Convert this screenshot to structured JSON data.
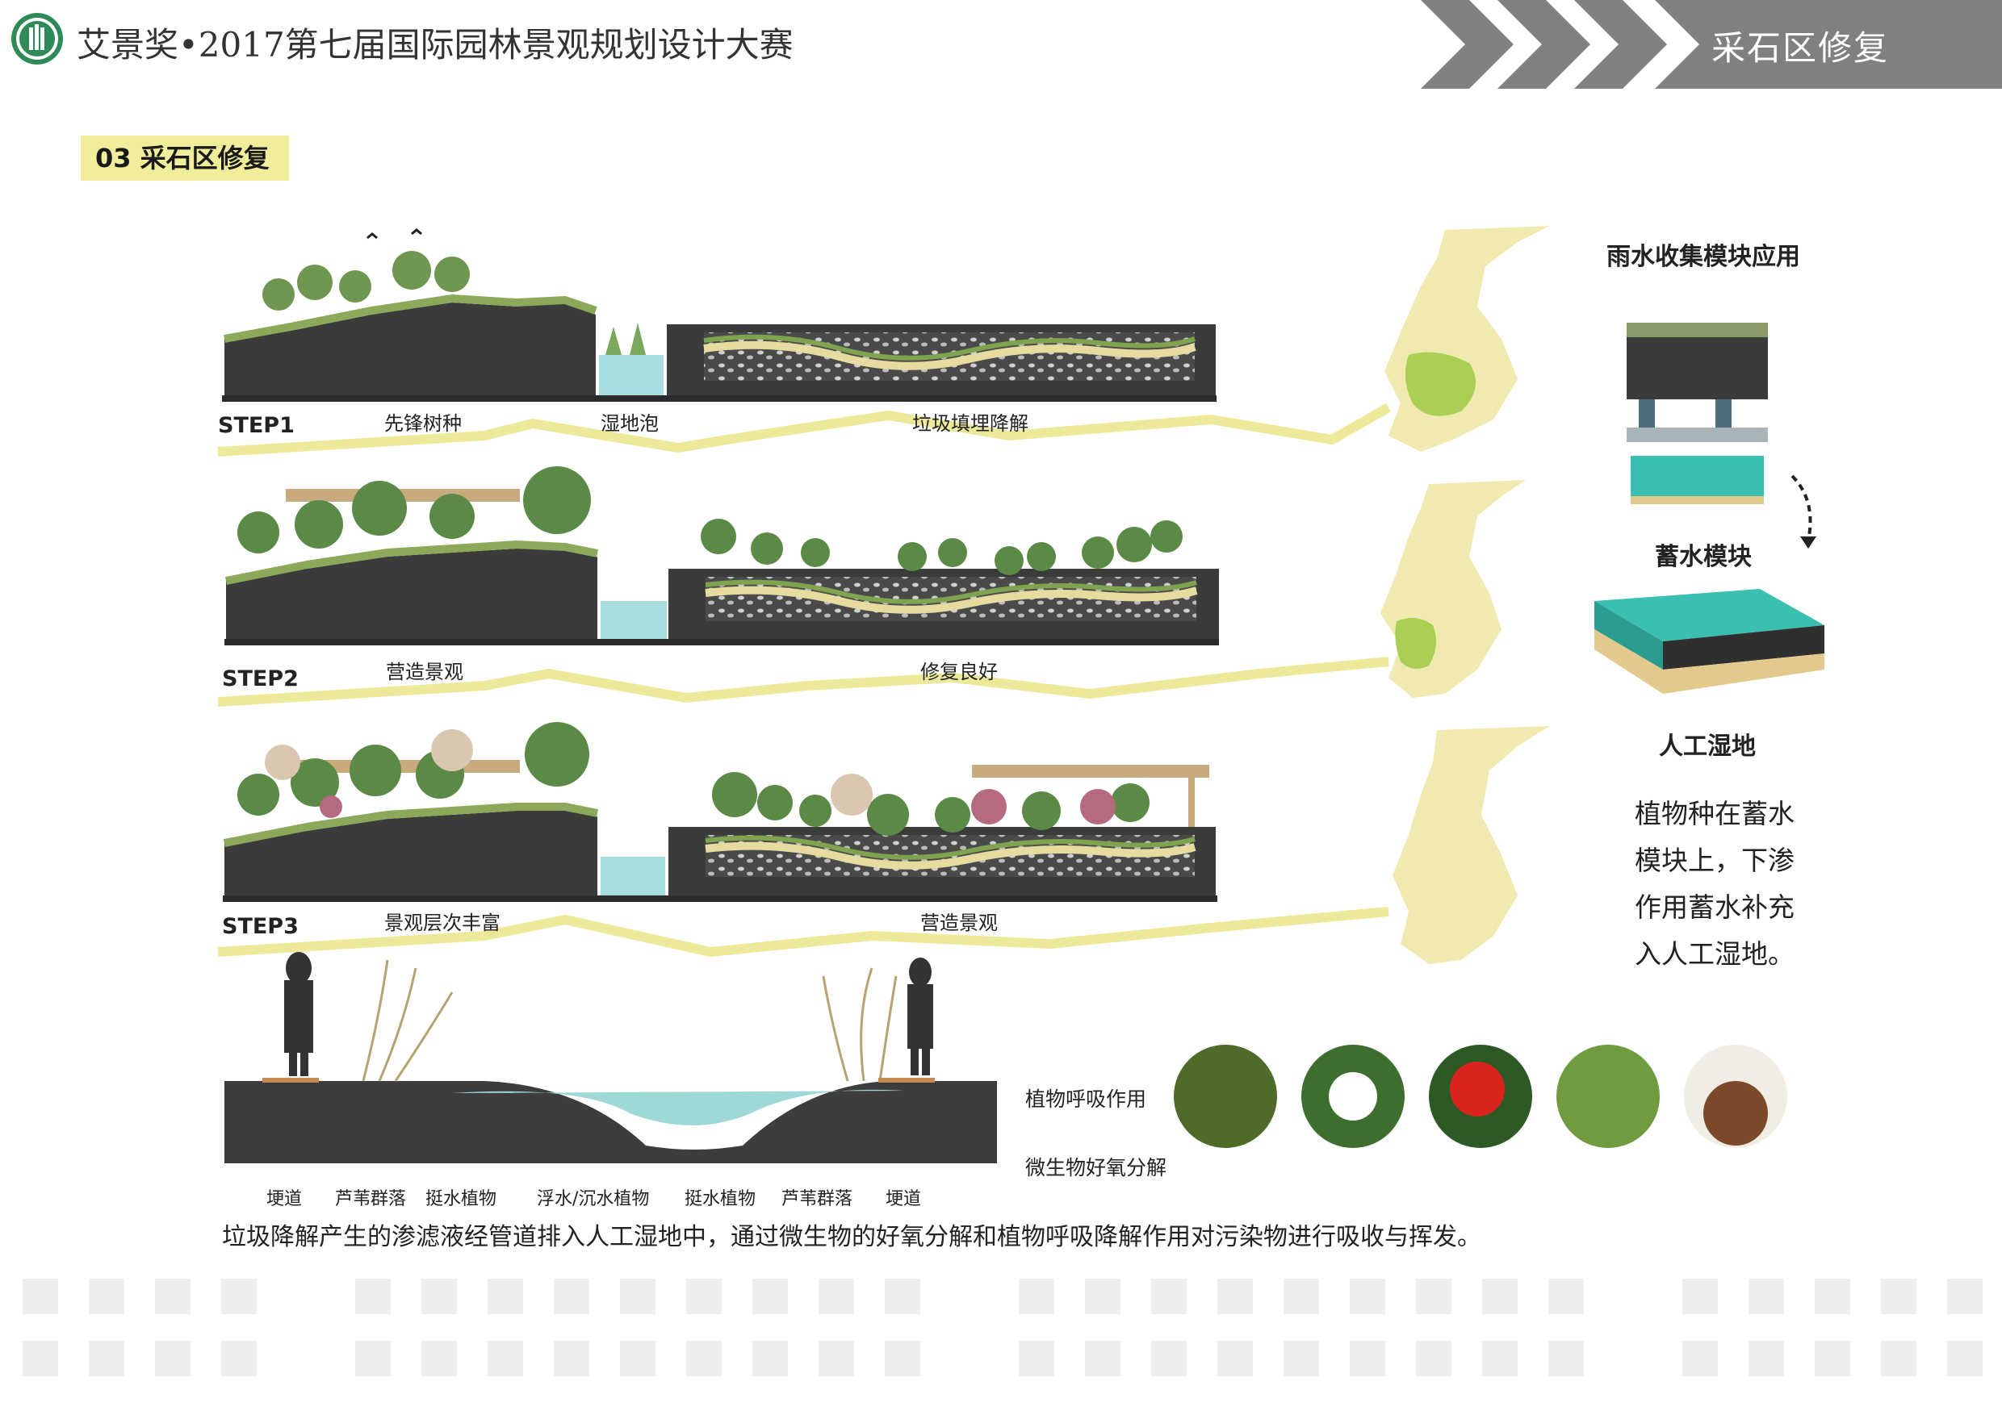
{
  "header": {
    "title": "艾景奖•2017第七届国际园林景观规划设计大赛",
    "banner_title": "采石区修复",
    "logo": "emblem-logo"
  },
  "section": {
    "tag": "03  采石区修复"
  },
  "steps": [
    {
      "label": "STEP1",
      "annotations": [
        "先锋树种",
        "湿地泡",
        "垃圾填埋降解"
      ]
    },
    {
      "label": "STEP2",
      "annotations": [
        "营造景观",
        "修复良好"
      ]
    },
    {
      "label": "STEP3",
      "annotations": [
        "景观层次丰富",
        "营造景观"
      ]
    }
  ],
  "right_panel": {
    "title": "雨水收集模块应用",
    "module_label": "蓄水模块",
    "wetland_label": "人工湿地",
    "description": [
      "植物种在蓄水",
      "模块上，下渗",
      "作用蓄水补充",
      "入人工湿地。"
    ]
  },
  "wetland_section": {
    "labels": [
      "埂道",
      "芦苇群落",
      "挺水植物",
      "浮水/沉水植物",
      "挺水植物",
      "芦苇群落",
      "埂道"
    ],
    "process_labels": [
      "植物呼吸作用",
      "微生物好氧分解"
    ]
  },
  "caption": "垃圾降解产生的渗滤液经管道排入人工湿地中，通过微生物的好氧分解和植物呼吸降解作用对污染物进行吸收与挥发。",
  "colors": {
    "accent_yellow": "#f1ee9b",
    "banner_gray": "#808080",
    "soil_dark": "#3a3a3a",
    "map_yellow": "#f0e9b0",
    "map_green": "#a9cf54",
    "water": "#9ed9d8"
  }
}
